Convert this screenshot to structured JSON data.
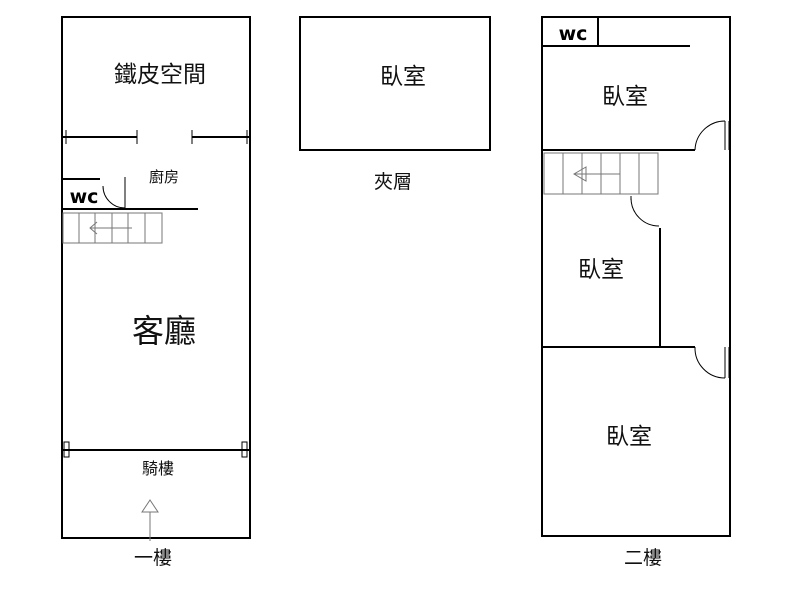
{
  "floor1": {
    "iron_space": "鐵皮空間",
    "kitchen": "廚房",
    "wc": "wc",
    "living_room": "客廳",
    "arcade": "騎樓",
    "caption": "一樓"
  },
  "mezzanine": {
    "bedroom": "臥室",
    "caption": "夾層"
  },
  "floor2": {
    "wc": "wc",
    "bedroom_top": "臥室",
    "bedroom_middle": "臥室",
    "bedroom_bottom": "臥室",
    "caption": "二樓"
  },
  "colors": {
    "wall": "#000000",
    "stair": "#777777"
  }
}
